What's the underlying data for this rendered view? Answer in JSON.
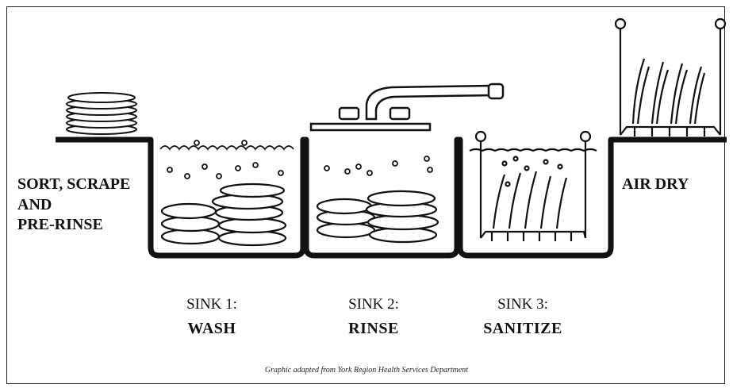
{
  "labels": {
    "left_station": [
      "SORT, SCRAPE",
      "AND",
      "PRE-RINSE"
    ],
    "right_station": "AIR DRY"
  },
  "sinks": [
    {
      "number": "SINK 1:",
      "action": "WASH"
    },
    {
      "number": "SINK 2:",
      "action": "RINSE"
    },
    {
      "number": "SINK 3:",
      "action": "SANITIZE"
    }
  ],
  "credit": "Graphic adapted from York Region Health Services Department"
}
